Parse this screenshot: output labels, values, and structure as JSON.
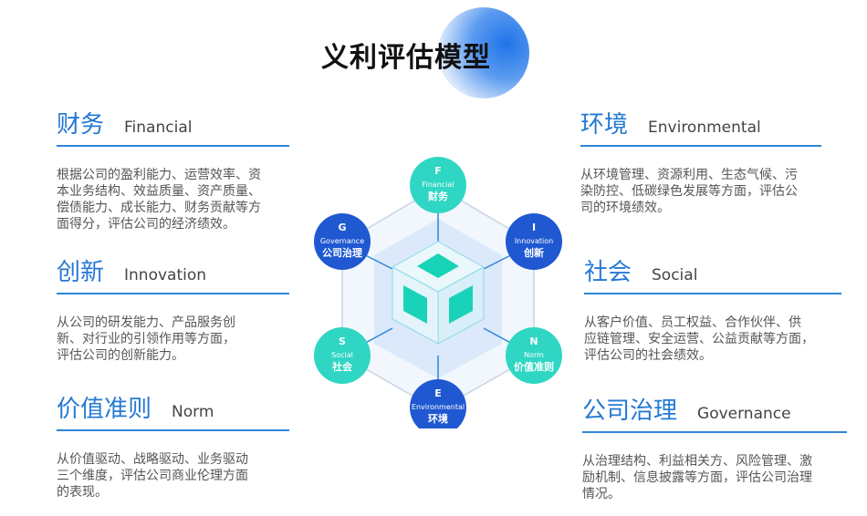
{
  "title": "义利评估模型",
  "sections": {
    "financial": {
      "cn": "财务",
      "en": "Financial",
      "desc": [
        "根据公司的盈利能力、运营效率、资",
        "本业务结构、效益质量、资产质量、",
        "偿债能力、成长能力、财务贡献等方",
        "面得分，评估公司的经济绩效。"
      ]
    },
    "innovation": {
      "cn": "创新",
      "en": "Innovation",
      "desc": [
        "从公司的研发能力、产品服务创",
        "新、对行业的引领作用等方面，",
        "评估公司的创新能力。"
      ]
    },
    "norm": {
      "cn": "价值准则",
      "en": "Norm",
      "desc": [
        "从价值驱动、战略驱动、业务驱动",
        "三个维度，评估公司商业伦理方面",
        "的表现。"
      ]
    },
    "environmental": {
      "cn": "环境",
      "en": "Environmental",
      "desc": [
        "从环境管理、资源利用、生态气候、污",
        "染防控、低碳绿色发展等方面，评估公",
        "司的环境绩效。"
      ]
    },
    "social": {
      "cn": "社会",
      "en": "Social",
      "desc": [
        "从客户价值、员工权益、合作伙伴、供",
        "应链管理、安全运营、公益贡献等方面，",
        "评估公司的社会绩效。"
      ]
    },
    "governance": {
      "cn": "公司治理",
      "en": "Governance",
      "desc": [
        "从治理结构、利益相关方、风险管理、激",
        "励机制、信息披露等方面，评估公司治理",
        "情况。"
      ]
    }
  },
  "nodes": [
    {
      "letter": "F",
      "en": "Financial",
      "cn": "财务",
      "color": "#2fd6c3"
    },
    {
      "letter": "I",
      "en": "Innovation",
      "cn": "创新",
      "color": "#1f58d0"
    },
    {
      "letter": "N",
      "en": "Norm",
      "cn": "价值准则",
      "color": "#2fd6c3"
    },
    {
      "letter": "E",
      "en": "Environmental",
      "cn": "环境",
      "color": "#1f58d0"
    },
    {
      "letter": "S",
      "en": "Social",
      "cn": "社会",
      "color": "#2fd6c3"
    },
    {
      "letter": "G",
      "en": "Governance",
      "cn": "公司治理",
      "color": "#1f58d0"
    }
  ]
}
